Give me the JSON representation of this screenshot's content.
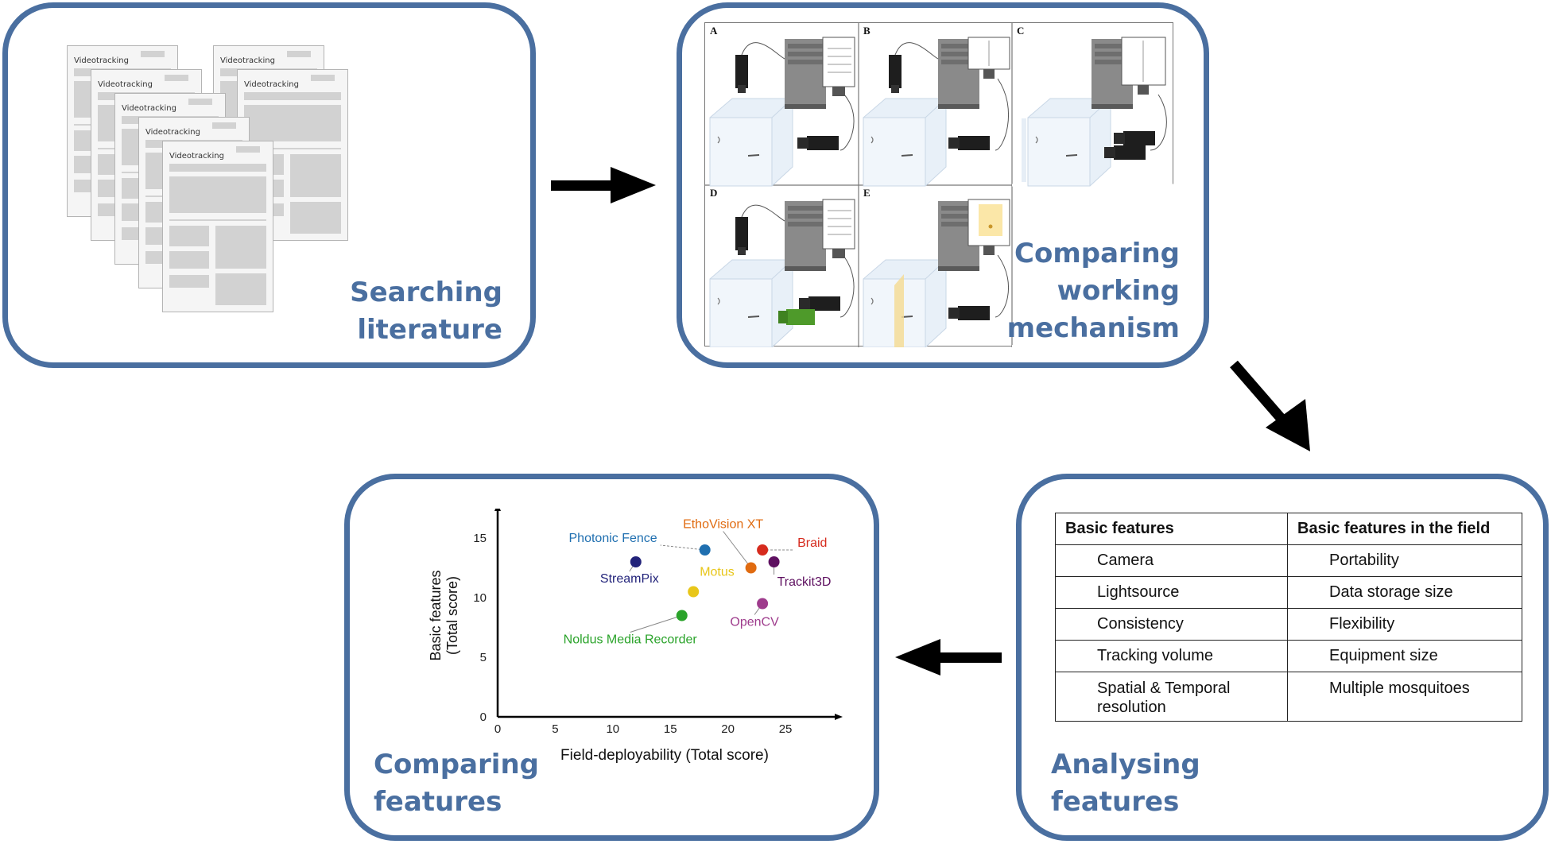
{
  "panels": {
    "searching": {
      "label_line1": "Searching",
      "label_line2": "literature"
    },
    "mechanism": {
      "label_line1": "Comparing",
      "label_line2": "working",
      "label_line3": "mechanism"
    },
    "analysing": {
      "label_line1": "Analysing",
      "label_line2": "features"
    },
    "comparing": {
      "label_line1": "Comparing",
      "label_line2": "features"
    }
  },
  "papers": {
    "title": "Videotracking"
  },
  "mechanism_cells": [
    "A",
    "B",
    "C",
    "D",
    "E"
  ],
  "features_table": {
    "headers": [
      "Basic features",
      "Basic features in the field"
    ],
    "rows": [
      [
        "Camera",
        "Portability"
      ],
      [
        "Lightsource",
        "Data storage size"
      ],
      [
        "Consistency",
        "Flexibility"
      ],
      [
        "Tracking volume",
        "Equipment size"
      ],
      [
        "Spatial & Temporal resolution",
        "Multiple mosquitoes"
      ]
    ]
  },
  "chart_data": {
    "type": "scatter",
    "xlabel": "Field-deployability (Total score)",
    "ylabel_line1": "Basic features",
    "ylabel_line2": "(Total score)",
    "xlim": [
      0,
      29
    ],
    "ylim": [
      0,
      17
    ],
    "xticks": [
      0,
      5,
      10,
      15,
      20,
      25
    ],
    "yticks": [
      0,
      5,
      10,
      15
    ],
    "points": [
      {
        "name": "Photonic Fence",
        "x": 18,
        "y": 14,
        "color": "#1f6fb0"
      },
      {
        "name": "StreamPix",
        "x": 12,
        "y": 13,
        "color": "#22237a"
      },
      {
        "name": "EthoVision XT",
        "x": 22,
        "y": 12.5,
        "color": "#e06b10"
      },
      {
        "name": "Braid",
        "x": 23,
        "y": 14,
        "color": "#d62b1e"
      },
      {
        "name": "Trackit3D",
        "x": 24,
        "y": 13,
        "color": "#5e1060"
      },
      {
        "name": "Motus",
        "x": 17,
        "y": 10.5,
        "color": "#e8c619"
      },
      {
        "name": "OpenCV",
        "x": 23,
        "y": 9.5,
        "color": "#9e3b8c"
      },
      {
        "name": "Noldus Media Recorder",
        "x": 16,
        "y": 8.5,
        "color": "#2aa32a"
      }
    ]
  }
}
